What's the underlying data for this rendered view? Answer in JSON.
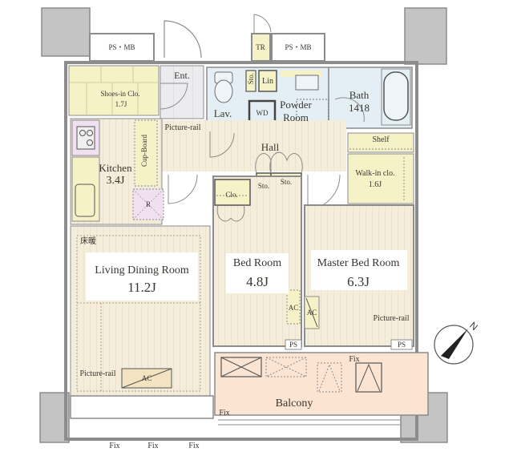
{
  "floorplan": {
    "rooms": {
      "living_dining": {
        "name": "Living Dining Room",
        "size": "11.2J"
      },
      "bed_room": {
        "name": "Bed Room",
        "size": "4.8J"
      },
      "master_bed_room": {
        "name": "Master Bed Room",
        "size": "6.3J"
      },
      "kitchen": {
        "name": "Kitchen",
        "size": "3.4J"
      },
      "walk_in_closet": {
        "name": "Walk-in clo.",
        "size": "1.6J"
      },
      "shoes_in_closet": {
        "name": "Shoes-in Clo.",
        "size": "1.7J"
      },
      "bath": {
        "name": "Bath",
        "size": "1418"
      },
      "powder_room": {
        "name_line1": "Powder",
        "name_line2": "Room"
      },
      "hall": {
        "name": "Hall"
      },
      "entrance": {
        "name": "Ent."
      },
      "lavatory": {
        "name": "Lav."
      },
      "balcony": {
        "name": "Balcony"
      }
    },
    "fixtures": {
      "ps_mb_left": "PS・MB",
      "ps_mb_right": "PS・MB",
      "trunk_room": "TR",
      "storage_lav": "Sto.",
      "linen": "Lin",
      "washer": "WD",
      "shelf": "Shelf",
      "cup_board": "Cup-Board",
      "refrigerator": "R",
      "closet_bed": "Clo.",
      "storage_hall_small": "Sto.",
      "storage_hall_large": "Sto.",
      "ac_living": "AC",
      "ac_bed": "AC",
      "ac_master": "AC",
      "ps_bed": "PS",
      "ps_master": "PS",
      "floor_heating": "床暖",
      "picture_rail_hall": "Picture-rail",
      "picture_rail_living": "Picture-rail",
      "picture_rail_master": "Picture-rail"
    },
    "windows": {
      "fix_bottom_1": "Fix",
      "fix_bottom_2": "Fix",
      "fix_bottom_3": "Fix",
      "fix_living_side": "Fix",
      "fix_master": "Fix"
    },
    "compass": {
      "north_label": "N"
    },
    "colors": {
      "wall": "#8c8c8c",
      "pillar": "#c4c4c4",
      "wood_floor": "#f3ecd9",
      "closet_yellow": "#f6f2c8",
      "wet_area_blue": "#e4eff5",
      "balcony_peach": "#fbe4d2",
      "kitchen_pink": "#f1e0ef",
      "entrance_gray": "#ececef"
    }
  }
}
